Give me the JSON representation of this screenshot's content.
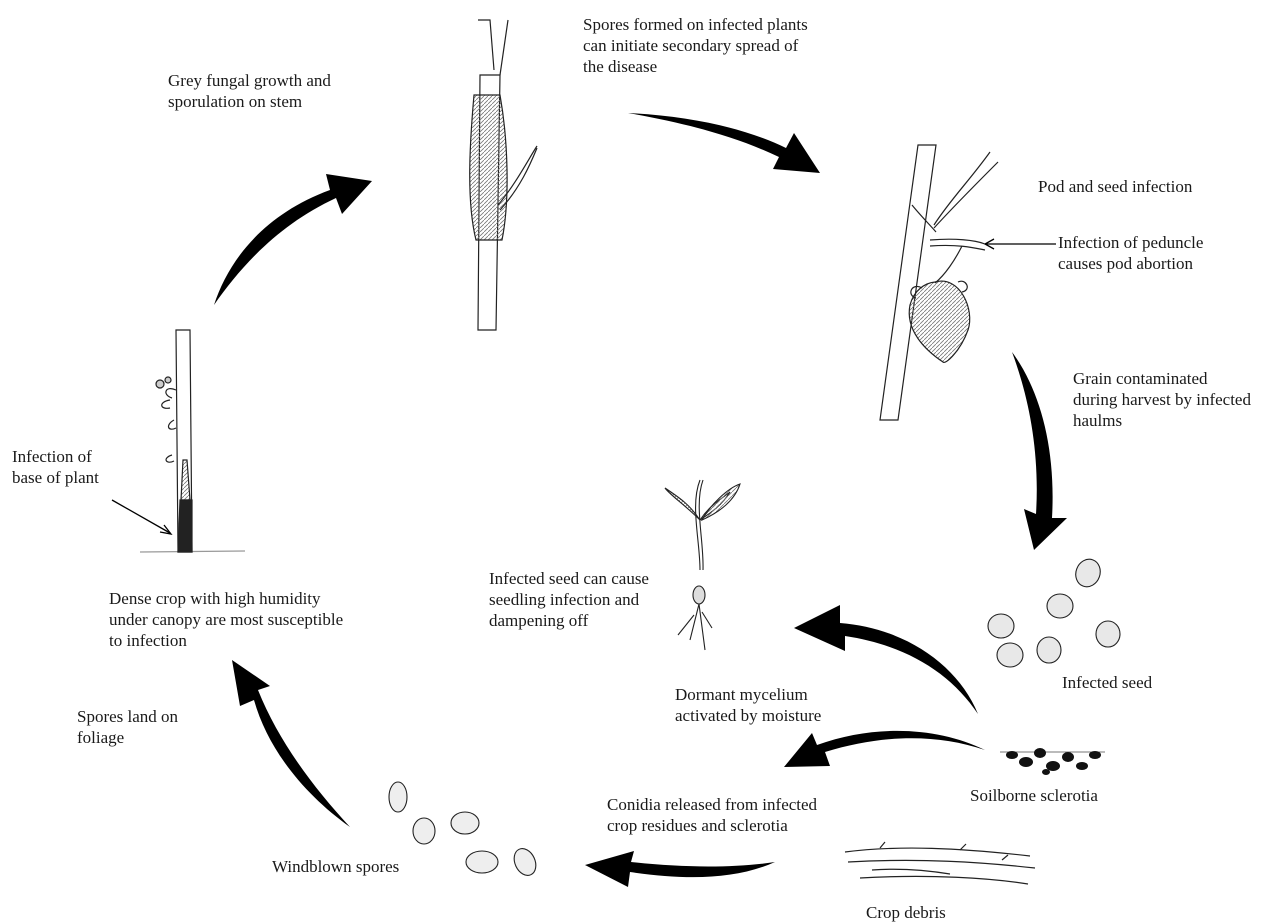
{
  "labels": {
    "spores_secondary": [
      "Spores formed on infected plants",
      "can initiate secondary spread of",
      "the disease"
    ],
    "grey_growth": [
      "Grey fungal growth and",
      "sporulation on stem"
    ],
    "pod_seed": [
      "Pod and seed infection"
    ],
    "peduncle": [
      "Infection of peduncle",
      "causes pod abortion"
    ],
    "grain_contaminated": [
      "Grain contaminated",
      "during harvest by infected",
      "haulms"
    ],
    "infection_base": [
      "Infection of",
      "base of plant"
    ],
    "dense_crop": [
      "Dense crop with high humidity",
      "under canopy are most susceptible",
      "to infection"
    ],
    "seedling": [
      "Infected seed can cause",
      "seedling infection and",
      "dampening off"
    ],
    "infected_seed": [
      "Infected seed"
    ],
    "dormant": [
      "Dormant mycelium",
      "activated by moisture"
    ],
    "spores_land": [
      "Spores land on",
      "foliage"
    ],
    "sclerotia": [
      "Soilborne sclerotia"
    ],
    "conidia": [
      "Conidia released from infected",
      "crop residues and sclerotia"
    ],
    "windblown": [
      "Windblown spores"
    ],
    "crop_debris": [
      "Crop debris"
    ]
  }
}
